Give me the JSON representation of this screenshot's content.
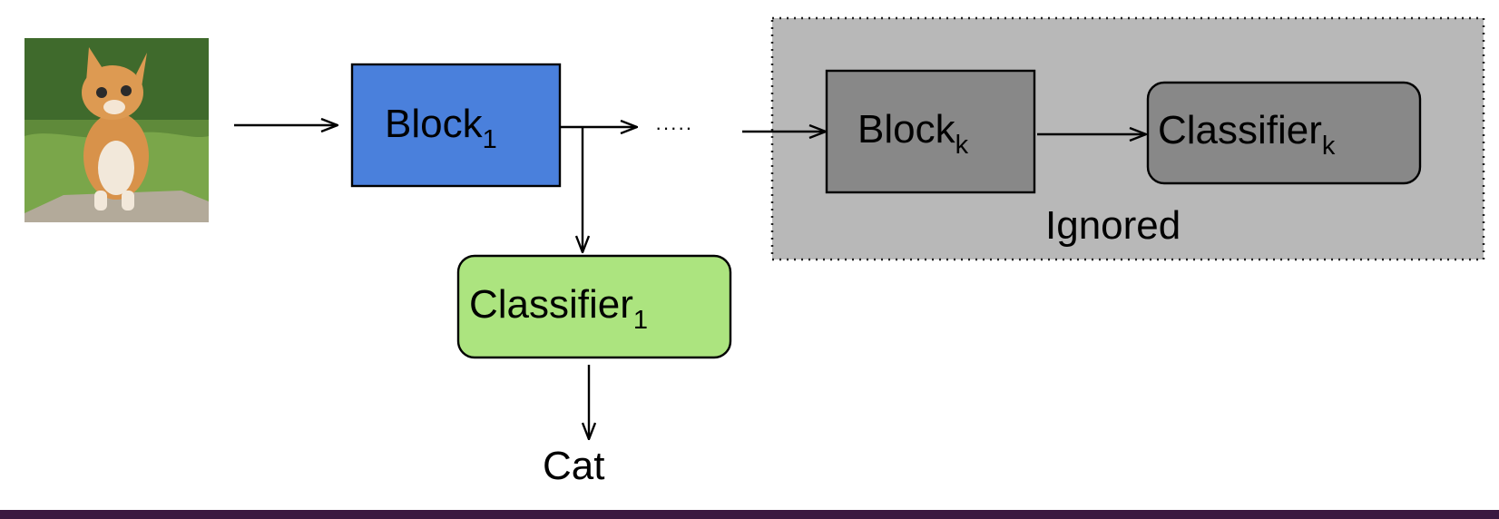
{
  "diagram": {
    "block1": {
      "label": "Block",
      "sub": "1",
      "color": "#4a80dc"
    },
    "classifier1": {
      "label": "Classifier",
      "sub": "1",
      "color": "#ace47f"
    },
    "blockk": {
      "label": "Block",
      "sub": "k",
      "color": "#888888"
    },
    "classifierk": {
      "label": "Classifier",
      "sub": "k",
      "color": "#888888"
    },
    "ellipsis": "·····",
    "ignored_label": "Ignored",
    "ignored_region_color": "#b8b8b8",
    "output_label": "Cat",
    "input_image": "kitten-photo"
  },
  "footer": {
    "color": "#3b1840"
  }
}
